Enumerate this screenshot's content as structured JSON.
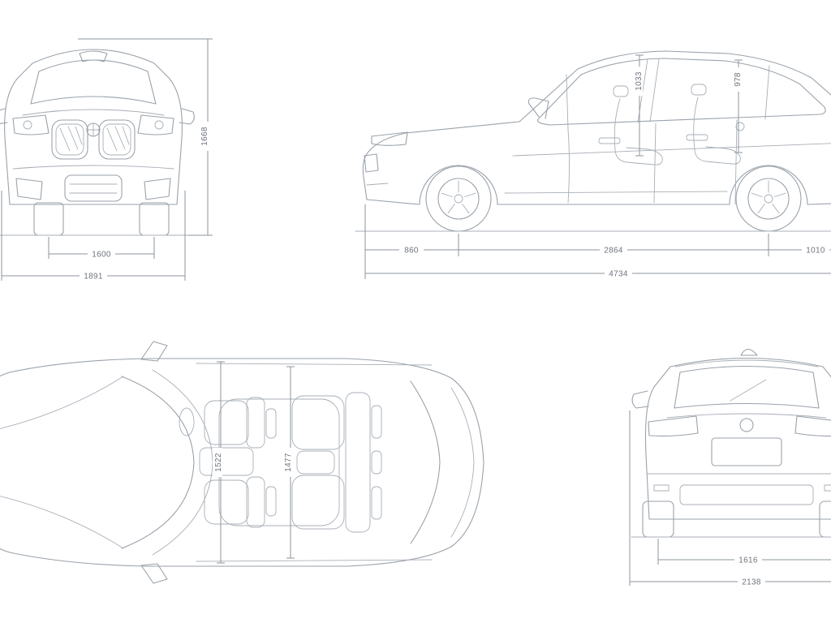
{
  "diagram_type": "vehicle dimensions blueprint (front, side, top, rear views)",
  "colors": {
    "background": "#ffffff",
    "line": "#9aa2ab",
    "dimension_line": "#8d949c",
    "dimension_text": "#6d737c"
  },
  "views": {
    "front": {
      "dims": {
        "overall_height": "1668",
        "track": "1600",
        "overall_width": "1891"
      }
    },
    "side": {
      "dims": {
        "headroom_front": "1033",
        "headroom_rear": "978",
        "overhang_front": "860",
        "wheelbase": "2864",
        "overhang_rear": "1010",
        "overall_length": "4734"
      }
    },
    "top": {
      "dims": {
        "interior_width_front": "1522",
        "interior_width_rear": "1477"
      }
    },
    "rear": {
      "dims": {
        "track_rear": "1616",
        "width_incl_mirrors": "2138"
      }
    }
  }
}
